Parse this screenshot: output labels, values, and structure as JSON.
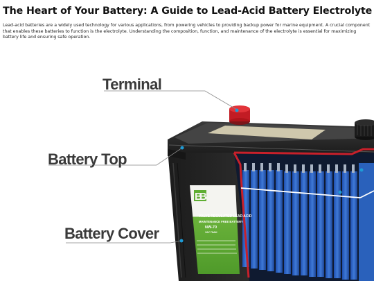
{
  "article": {
    "title": "The Heart of Your Battery: A Guide to Lead-Acid Battery Electrolyte",
    "intro": "Lead-acid batteries are a widely used technology for various applications, from powering vehicles to providing backup power for marine equipment. A crucial component that enables these batteries to function is the electrolyte. Understanding the composition, function, and maintenance of the electrolyte is essential for maximizing battery life and ensuring safe operation."
  },
  "figure": {
    "labels": {
      "terminal": "Terminal",
      "battery_top": "Battery Top",
      "battery_cover": "Battery Cover"
    },
    "sticker": {
      "line1": "VALVE REGULATED LEAD ACID",
      "line2": "MAINTENANCE FREE BATTERY",
      "model": "NW-70",
      "spec": "12V 70AH"
    },
    "colors": {
      "case": "#262626",
      "cutaway_outline": "#c8202a",
      "plates": "#2d64c8",
      "callout_dot": "#1e9bd6",
      "terminal_cap": "#d4202a",
      "sticker": "#7cc243"
    }
  }
}
